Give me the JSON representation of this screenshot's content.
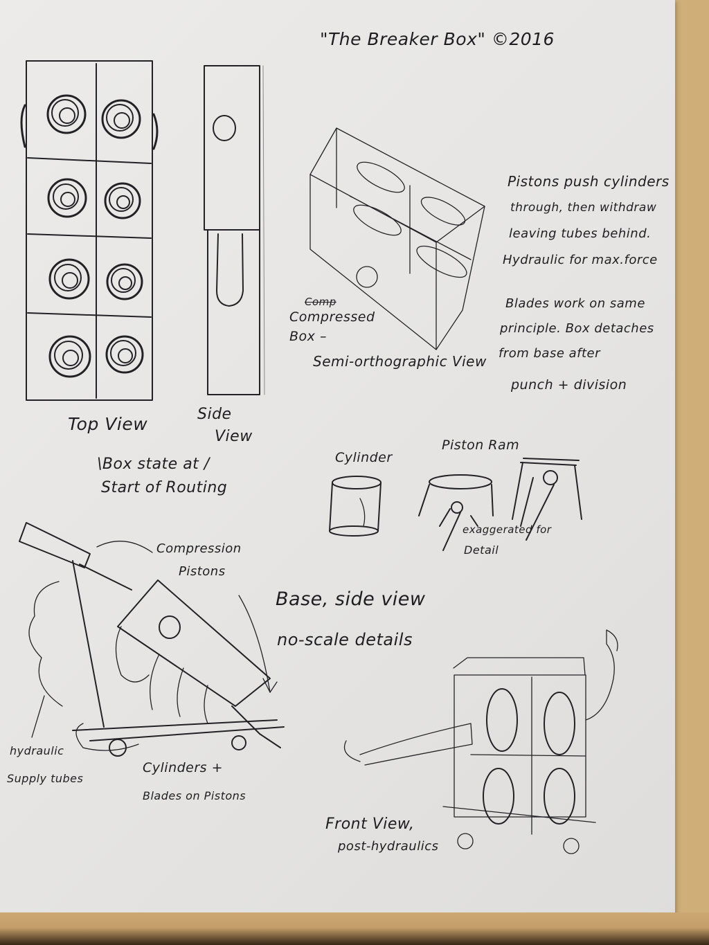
{
  "title": "\"The Breaker Box\" ©2016",
  "labels": {
    "top_view": "Top View",
    "side_view_1": "Side",
    "side_view_2": "View",
    "box_state_1": "\\Box state at /",
    "box_state_2": "Start of Routing",
    "compressed_strike": "Comp",
    "compressed_1": "Compressed",
    "compressed_2": "Box –",
    "semi_ortho": "Semi-orthographic View",
    "cylinder": "Cylinder",
    "piston_ram": "Piston Ram",
    "exaggerated_1": "exaggerated for",
    "exaggerated_2": "Detail",
    "compression_1": "Compression",
    "compression_2": "Pistons",
    "base_1": "Base, side view",
    "base_2": "no-scale details",
    "hydraulic_1": "hydraulic",
    "hydraulic_2": "Supply tubes",
    "cyl_blades_1": "Cylinders +",
    "cyl_blades_2": "Blades on Pistons",
    "front_1": "Front View,",
    "front_2": "post-hydraulics"
  },
  "notes": [
    "Pistons push cylinders",
    "through, then withdraw",
    "leaving tubes behind.",
    "Hydraulic for max.force",
    "",
    "Blades work on same",
    "principle. Box detaches",
    "from base after",
    "punch + division"
  ]
}
